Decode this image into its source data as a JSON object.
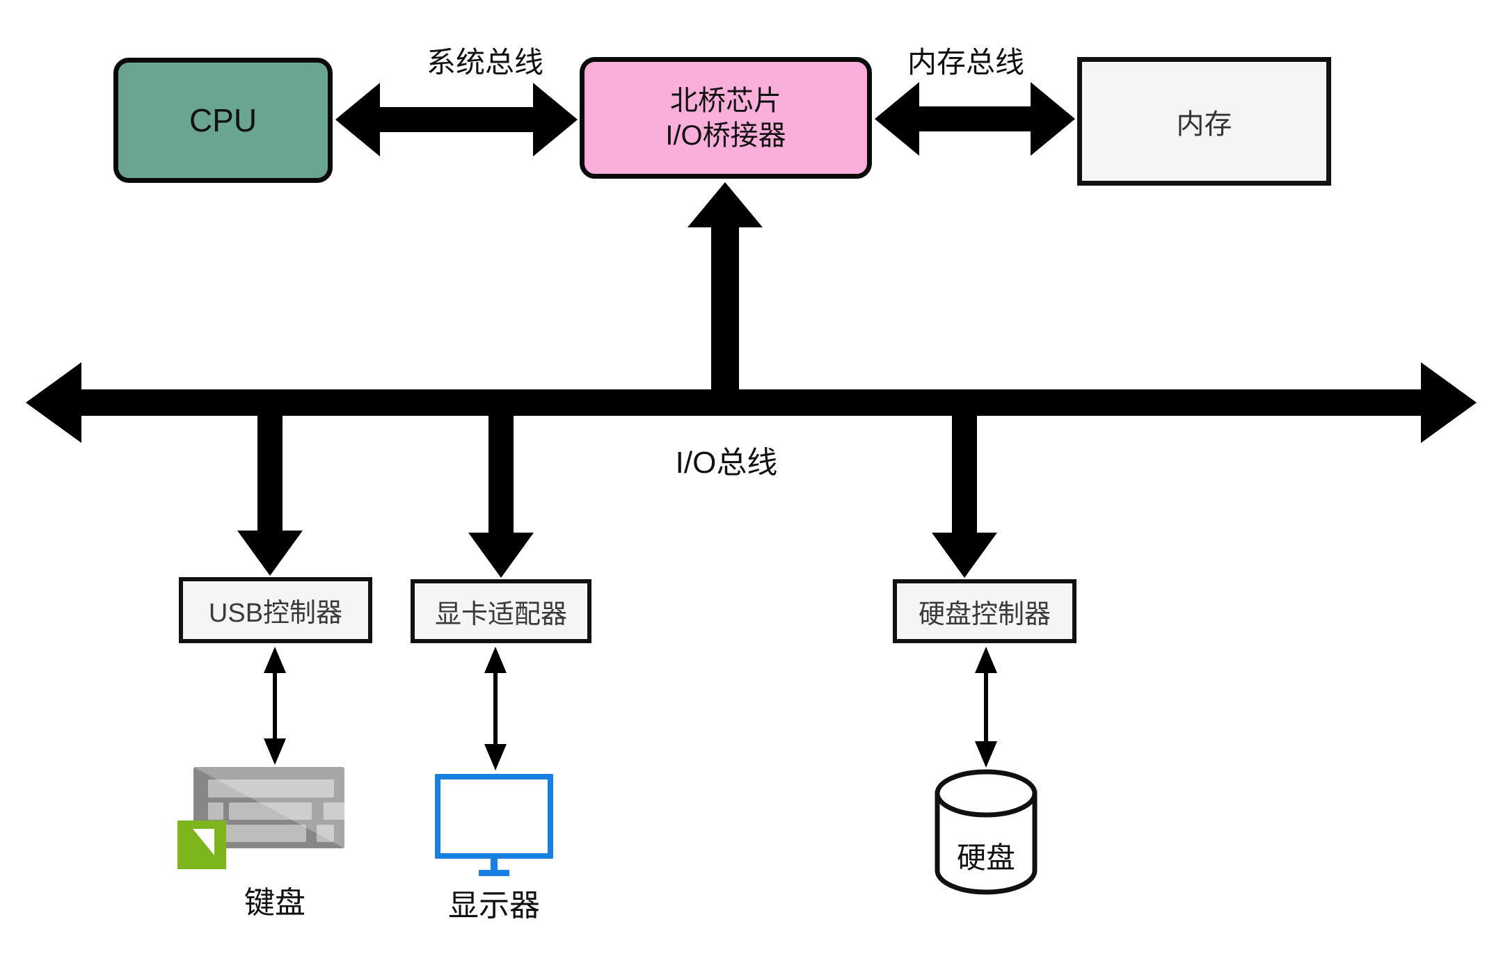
{
  "diagram": {
    "nodes": {
      "cpu": {
        "label": "CPU",
        "fill": "#6AA492"
      },
      "northbridge": {
        "line1": "北桥芯片",
        "line2": "I/O桥接器",
        "fill": "#F9AFD9"
      },
      "memory": {
        "label": "内存",
        "fill": "#F5F5F5"
      },
      "usb_controller": {
        "label": "USB控制器"
      },
      "gpu_adapter": {
        "label": "显卡适配器"
      },
      "disk_controller": {
        "label": "硬盘控制器"
      },
      "keyboard": {
        "label": "键盘"
      },
      "monitor": {
        "label": "显示器"
      },
      "disk": {
        "label": "硬盘"
      }
    },
    "buses": {
      "system_bus": {
        "label": "系统总线"
      },
      "memory_bus": {
        "label": "内存总线"
      },
      "io_bus": {
        "label": "I/O总线"
      }
    },
    "colors": {
      "line": "#000000",
      "gray_box_fill": "#F5F5F5",
      "cpu_fill": "#6AA492",
      "northbridge_fill": "#F9AFD9",
      "monitor_blue": "#1780E0",
      "keyboard_green": "#7DB61C",
      "keyboard_gray": "#8F8F8F"
    }
  }
}
